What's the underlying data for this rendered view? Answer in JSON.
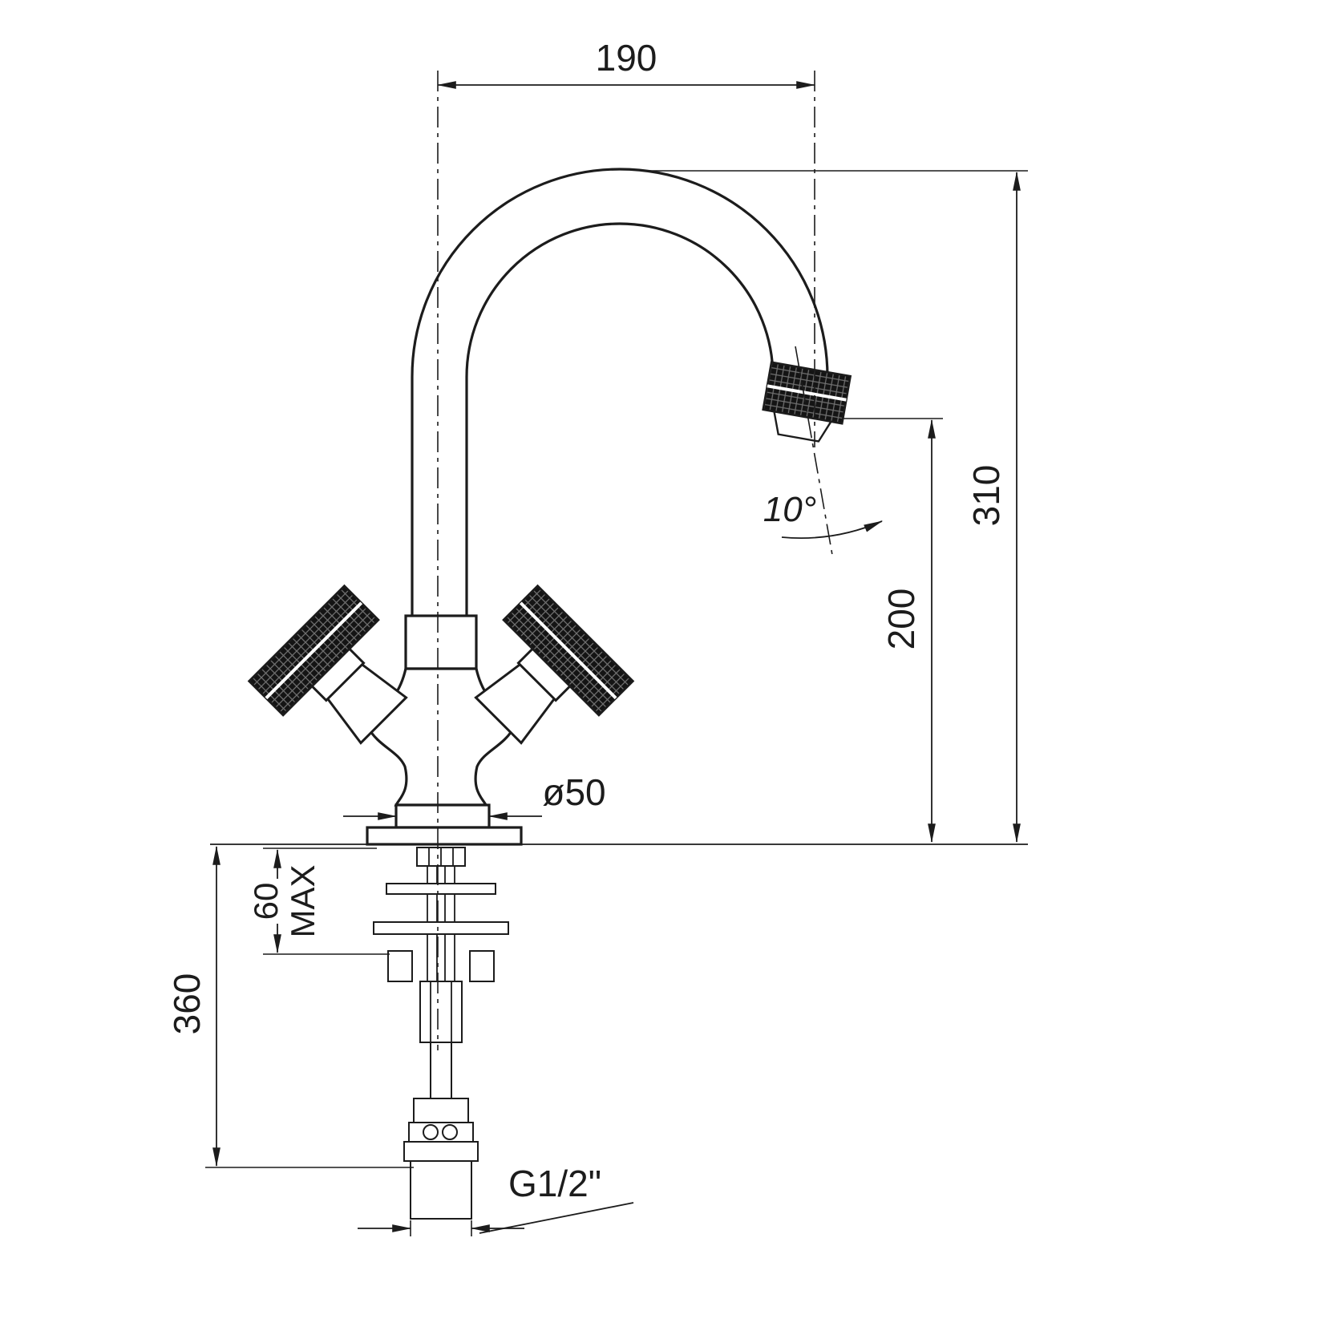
{
  "drawing": {
    "type": "technical-dimension-drawing",
    "subject": "single-hole-two-handle-kitchen-faucet",
    "colors": {
      "line": "#1c1c1c",
      "background": "#ffffff",
      "knurl_fill": "#141414"
    },
    "dimensions": {
      "spout_reach": "190",
      "total_height": "310",
      "outlet_height": "200",
      "outlet_angle": "10°",
      "base_diameter": "ø50",
      "deck_thickness": "60",
      "deck_thickness_label": "MAX",
      "below_deck_length": "360",
      "thread_size": "G1/2\""
    }
  }
}
